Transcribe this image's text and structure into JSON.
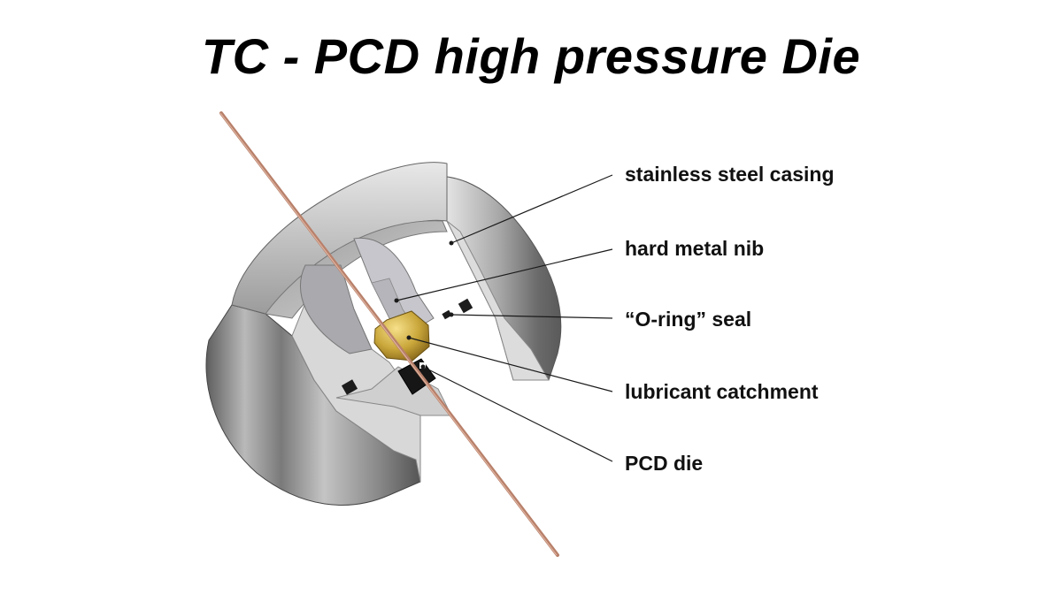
{
  "title": "TC - PCD high pressure Die",
  "labels": {
    "casing": "stainless steel casing",
    "nib": "hard metal nib",
    "oring": "“O-ring” seal",
    "lubricant": "lubricant catchment",
    "pcd": "PCD die"
  },
  "colors": {
    "steel_dark": "#6f6f6f",
    "steel_light": "#d6d6d6",
    "nib_face": "#c9c9cd",
    "pcd_gold": "#c9a63a",
    "wire": "#b8806a",
    "leader": "#1a1a1a"
  }
}
